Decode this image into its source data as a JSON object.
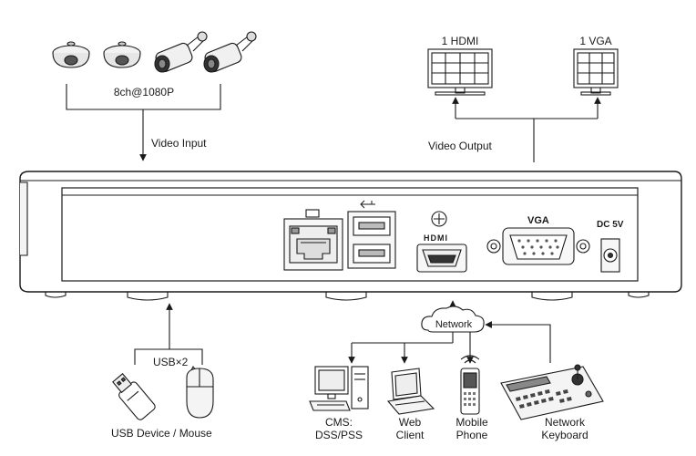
{
  "top_left": {
    "camera_group_label": "8ch@1080P",
    "video_input_label": "Video Input",
    "cameras": [
      {
        "kind": "dome",
        "icon": "dome-camera-icon"
      },
      {
        "kind": "dome",
        "icon": "dome-camera-icon"
      },
      {
        "kind": "bullet",
        "icon": "bullet-camera-icon"
      },
      {
        "kind": "bullet",
        "icon": "bullet-camera-icon"
      }
    ]
  },
  "top_right": {
    "hdmi_label": "1 HDMI",
    "vga_label": "1 VGA",
    "video_output_label": "Video Output"
  },
  "panel": {
    "vga_port_label": "VGA",
    "dc_label_line1": "DC 5V",
    "hdmi_logo": "HDMI",
    "ports": [
      {
        "icon": "ethernet-port-icon"
      },
      {
        "icon": "usb-port-icon"
      },
      {
        "icon": "hdmi-port-icon"
      },
      {
        "icon": "vga-port-icon"
      },
      {
        "icon": "dc-power-port-icon"
      }
    ]
  },
  "bottom_left": {
    "usb_label": "USB×2",
    "device_label": "USB Device / Mouse"
  },
  "bottom_right": {
    "network_label": "Network",
    "cms_label_line1": "CMS:",
    "cms_label_line2": "DSS/PSS",
    "web_label_line1": "Web",
    "web_label_line2": "Client",
    "mobile_label_line1": "Mobile",
    "mobile_label_line2": "Phone",
    "keyboard_label_line1": "Network",
    "keyboard_label_line2": "Keyboard"
  }
}
